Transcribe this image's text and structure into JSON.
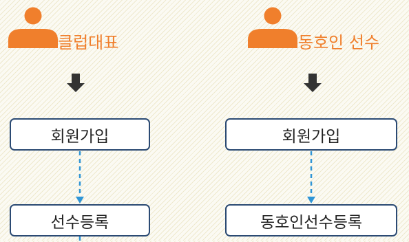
{
  "colors": {
    "accent": "#f07f2c",
    "box_border": "#2b4a73",
    "connector": "#2f95d6",
    "arrow": "#333333"
  },
  "columns": [
    {
      "icon": "person-icon",
      "role_label": "클럽대표",
      "steps": [
        "회원가입",
        "선수등록"
      ]
    },
    {
      "icon": "person-icon",
      "role_label": "동호인 선수",
      "steps": [
        "회원가입",
        "동호인선수등록"
      ]
    }
  ]
}
